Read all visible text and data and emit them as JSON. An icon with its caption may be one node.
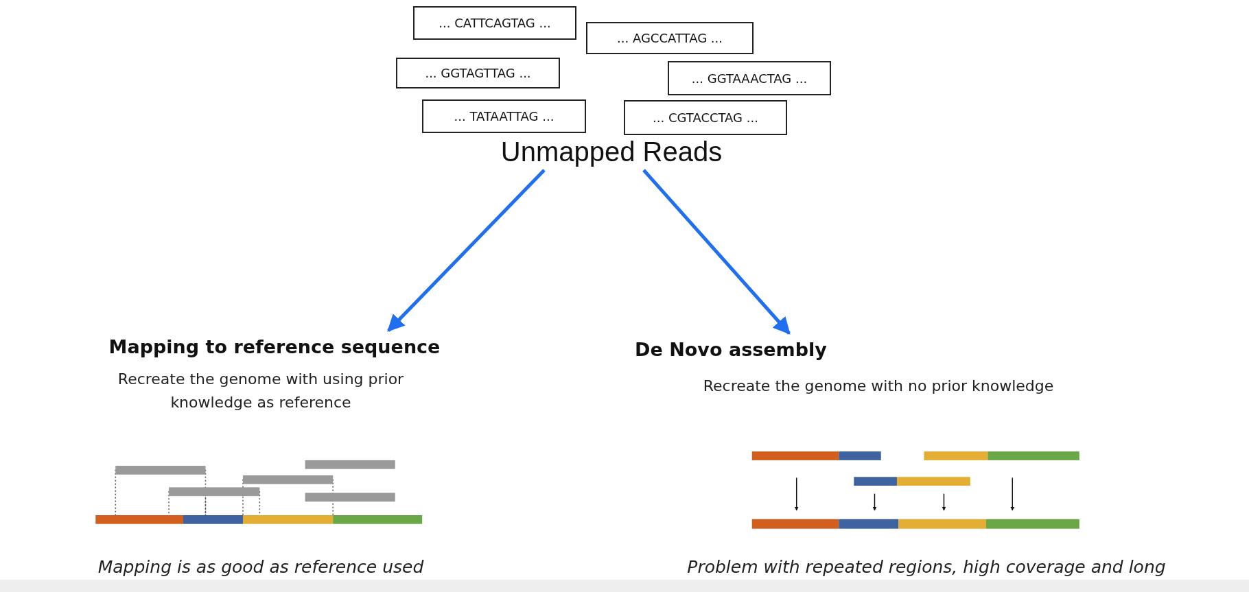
{
  "diagram": {
    "nodes": [
      {
        "text": [
          "... CATTCAGTAG ..."
        ]
      },
      {
        "text": [
          "... AGCCATTAG ..."
        ]
      },
      {
        "text": [
          "... GGTAGTTAG ..."
        ]
      },
      {
        "text": [
          "... GGTAAACTAG ..."
        ]
      },
      {
        "text": [
          "... TATAATTAG ..."
        ]
      },
      {
        "text": [
          "... CGTACCTAG ..."
        ]
      },
      {
        "text": [
          "Unmapped Reads"
        ]
      },
      {
        "text": [
          "Mapping to reference sequence"
        ]
      },
      {
        "text": [
          "De Novo assembly"
        ]
      }
    ],
    "edges": [
      {
        "from": 6,
        "to": 7,
        "arrow": "to"
      },
      {
        "from": 6,
        "to": 8,
        "arrow": "to"
      }
    ],
    "labels": [
      "Recreate the genome with using prior knowledge as reference",
      "Recreate the genome with no prior knowledge",
      "Mapping is as good as reference used",
      "Problem with repeated regions, high coverage and long"
    ]
  }
}
